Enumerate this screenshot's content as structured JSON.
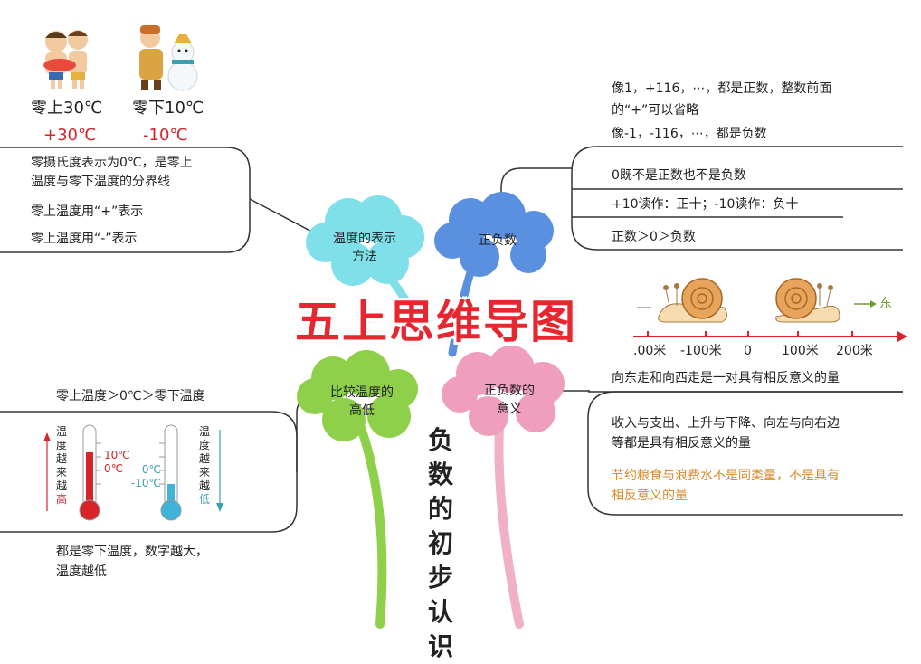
{
  "title": "五上思维导图",
  "vertical_title": [
    "负",
    "数",
    "的",
    "初",
    "步",
    "认",
    "识"
  ],
  "branches": {
    "temp_repr": {
      "label_lines": [
        "温度的表示",
        "方法"
      ],
      "above_zero_label": "零上30℃",
      "below_zero_label": "零下10℃",
      "above_zero_value": "+30℃",
      "below_zero_value": "-10℃",
      "notes": [
        "零摄氏度表示为0℃，是零上",
        "温度与零下温度的分界线",
        "零上温度用“+”表示",
        "零上温度用“-”表示"
      ]
    },
    "pos_neg": {
      "label": "正负数",
      "notes": [
        "像1，+116，⋯，都是正数，整数前面",
        "的“+”可以省略",
        "像-1，-116，⋯，都是负数",
        "0既不是正数也不是负数",
        "+10读作：正十；-10读作：负十",
        "正数＞0＞负数"
      ]
    },
    "compare": {
      "label_lines": [
        "比较温度的",
        "高低"
      ],
      "rule": "零上温度＞0℃＞零下温度",
      "left_side_label": [
        "温",
        "度",
        "越",
        "来",
        "越"
      ],
      "left_side_end": "高",
      "right_side_label": [
        "温",
        "度",
        "越",
        "来",
        "越"
      ],
      "right_side_end": "低",
      "therm1_vals": [
        "10℃",
        "0℃"
      ],
      "therm2_vals": [
        "0℃",
        "-10℃"
      ],
      "note_lines": [
        "都是零下温度，数字越大，",
        "温度越低"
      ]
    },
    "meaning": {
      "label_lines": [
        "正负数的",
        "意义"
      ],
      "east_label": "东",
      "axis_ticks": [
        ".00米",
        "-100米",
        "0",
        "100米",
        "200米"
      ],
      "statement": "向东走和向西走是一对具有相反意义的量",
      "notes": [
        "收入与支出、上升与下降、向左与向右边",
        "等都是具有相反意义的量"
      ],
      "note_orange": [
        "节约粮食与浪费水不是同类量，不是具有",
        "相反意义的量"
      ]
    }
  },
  "colors": {
    "title_red": "#e82630",
    "cloud_cyan": "#7fe0ea",
    "cloud_blue": "#5b8fe0",
    "cloud_green": "#8ed04a",
    "cloud_pink": "#ef9fbd",
    "line_red": "#d8232a"
  }
}
